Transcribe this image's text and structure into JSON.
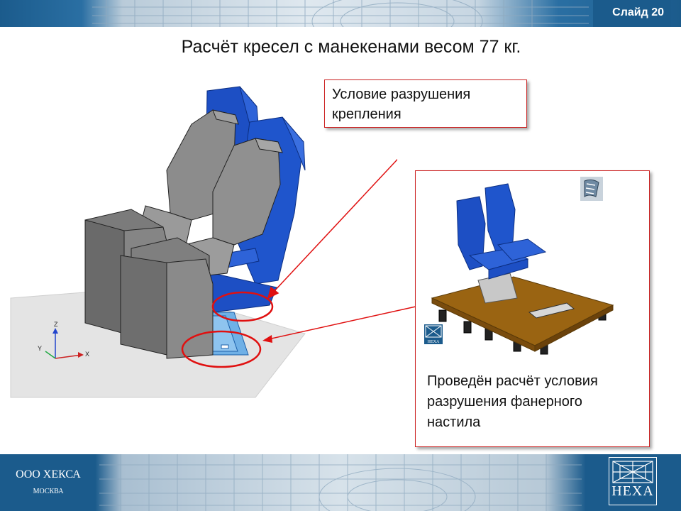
{
  "header": {
    "slide_label": "Слайд 20"
  },
  "title": "Расчёт кресел с манекенами весом 77 кг.",
  "callout": {
    "line1": "Условие разрушения",
    "line2": "крепления"
  },
  "panel": {
    "line1": "Проведён расчёт условия",
    "line2": "разрушения фанерного",
    "line3": "настила",
    "logo_text": "HEXA",
    "film_icon": "film-icon"
  },
  "axes": {
    "x": "X",
    "y": "Y",
    "z": "Z"
  },
  "footer": {
    "company": "ООО ХЕКСА",
    "city": "МОСКВА",
    "logo_text": "HEXA"
  },
  "colors": {
    "brand_blue": "#1b5b8c",
    "seat_blue": "#1f4fbf",
    "callout_red": "#cc2222",
    "deck_brown": "#9a6412"
  }
}
